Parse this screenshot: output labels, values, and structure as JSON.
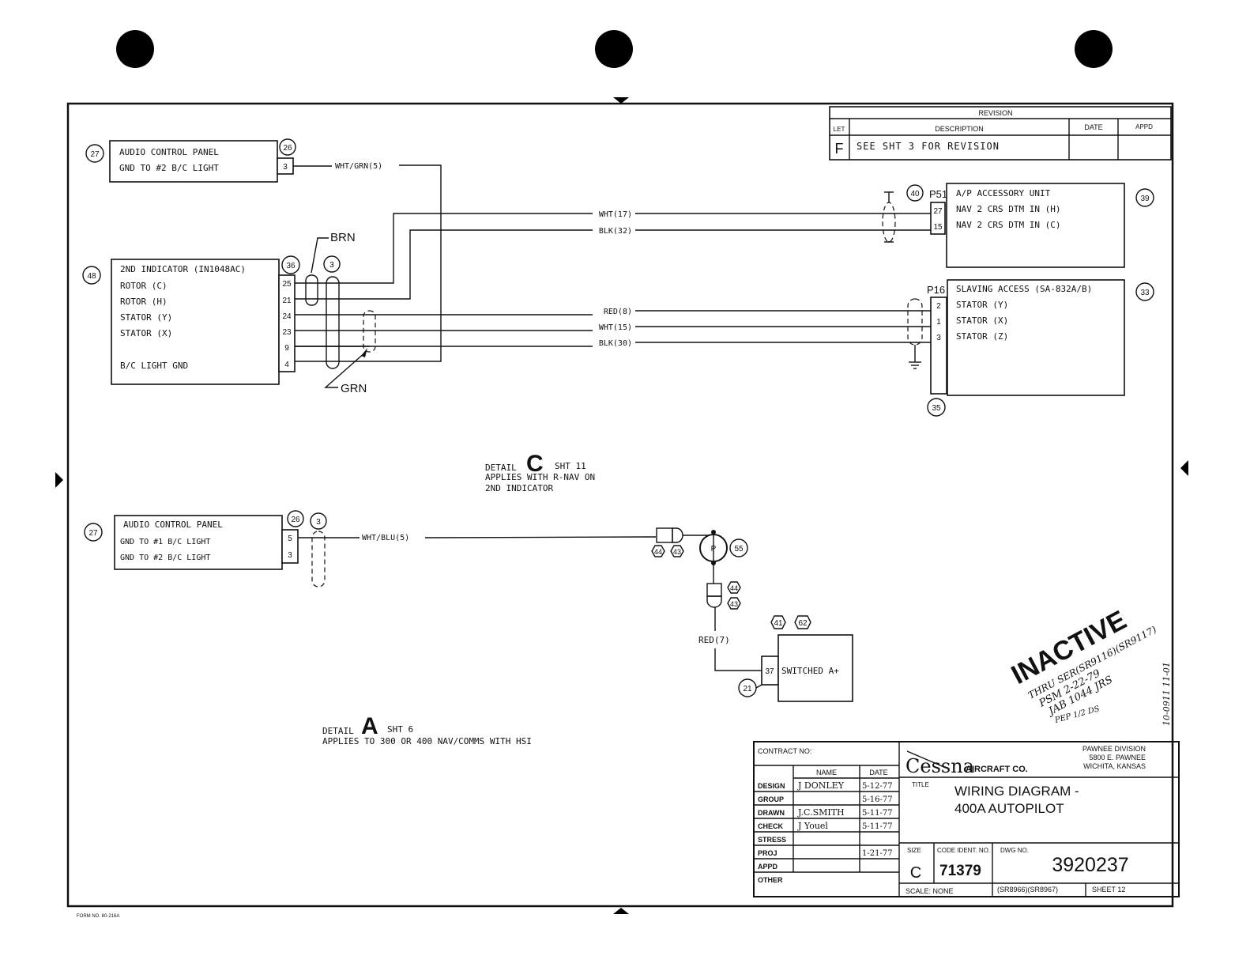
{
  "revision": {
    "header": "REVISION",
    "col_let": "LET",
    "col_description": "DESCRIPTION",
    "col_date": "DATE",
    "col_appd": "APPD",
    "row_let": "F",
    "row_description": "SEE SHT 3 FOR REVISION"
  },
  "upper": {
    "acp": {
      "ref": "27",
      "line1": "AUDIO CONTROL PANEL",
      "line2": "GND TO #2 B/C LIGHT",
      "conn": "26",
      "pin": "3",
      "wire": "WHT/GRN(5)"
    },
    "indicator": {
      "ref": "48",
      "conn": "36",
      "shield": "3",
      "title": "2ND INDICATOR (IN1048AC)",
      "rows": [
        "ROTOR (C)",
        "ROTOR (H)",
        "STATOR (Y)",
        "STATOR (X)",
        "B/C LIGHT GND"
      ],
      "pins": [
        "25",
        "21",
        "24",
        "23",
        "9",
        "4"
      ],
      "brn": "BRN",
      "grn": "GRN"
    },
    "apu": {
      "conn_ref": "40",
      "conn": "P51",
      "ref": "39",
      "title": "A/P ACCESSORY UNIT",
      "rows": [
        "NAV 2 CRS DTM IN (H)",
        "NAV 2 CRS DTM IN (C)"
      ],
      "pins": [
        "27",
        "15"
      ],
      "wires": [
        "WHT(17)",
        "BLK(32)"
      ]
    },
    "slaving": {
      "conn": "P16",
      "ref": "33",
      "lower_ref": "35",
      "title": "SLAVING ACCESS (SA-832A/B)",
      "rows": [
        "STATOR (Y)",
        "STATOR (X)",
        "STATOR (Z)"
      ],
      "pins": [
        "2",
        "1",
        "3"
      ],
      "wires": [
        "RED(8)",
        "WHT(15)",
        "BLK(30)"
      ]
    }
  },
  "detail_c": {
    "word": "DETAIL",
    "letter": "C",
    "sht": "SHT 11",
    "line2": "APPLIES WITH R-NAV ON",
    "line3": "2ND INDICATOR"
  },
  "lower": {
    "acp": {
      "ref": "27",
      "line1": "AUDIO CONTROL PANEL",
      "line2": "GND TO #1 B/C LIGHT",
      "line3": "GND TO #2 B/C LIGHT",
      "pins": [
        "5",
        "3"
      ],
      "conn": "26",
      "shield": "3",
      "wire": "WHT/BLU(5)"
    },
    "conn_pair_a": [
      "44",
      "43"
    ],
    "lamp_ref": "55",
    "conn_pair_b": [
      "44",
      "43"
    ],
    "red_wire": "RED(7)",
    "switched": {
      "refs": [
        "41",
        "62"
      ],
      "pin": "37",
      "label": "SWITCHED A+",
      "ref": "21"
    }
  },
  "detail_a": {
    "word": "DETAIL",
    "letter": "A",
    "sht": "SHT 6",
    "line2": "APPLIES TO 300 OR 400 NAV/COMMS WITH HSI"
  },
  "stamp": {
    "word": "INACTIVE",
    "hand1": "THRU SER(SR9116)(SR9117)",
    "hand2": "PSM 2-22-79",
    "hand3": "JAB 1044 JRS",
    "hand4": "PEP 1/2 DS",
    "side": "10-0911 11-01"
  },
  "title_block": {
    "contract": "CONTRACT NO:",
    "col_name": "NAME",
    "col_date": "DATE",
    "rows": [
      {
        "label": "DESIGN",
        "name": "J DONLEY",
        "date": "5-12-77"
      },
      {
        "label": "GROUP",
        "name": "",
        "date": "5-16-77"
      },
      {
        "label": "DRAWN",
        "name": "J.C.SMITH",
        "date": "5-11-77"
      },
      {
        "label": "CHECK",
        "name": "J Youel",
        "date": "5-11-77"
      },
      {
        "label": "STRESS",
        "name": "",
        "date": ""
      },
      {
        "label": "PROJ",
        "name": "",
        "date": "1-21-77"
      },
      {
        "label": "APPD",
        "name": "",
        "date": ""
      },
      {
        "label": "OTHER",
        "name": "",
        "date": ""
      }
    ],
    "company": "Cessna",
    "company_suffix": "AIRCRAFT CO.",
    "division": [
      "PAWNEE DIVISION",
      "5800 E. PAWNEE",
      "WICHITA, KANSAS"
    ],
    "title_label": "TITLE",
    "title1": "WIRING DIAGRAM -",
    "title2": "400A AUTOPILOT",
    "size_label": "SIZE",
    "size": "C",
    "code_label": "CODE IDENT. NO.",
    "code": "71379",
    "dwg_label": "DWG NO.",
    "dwg": "3920237",
    "scale": "SCALE: NONE",
    "serials": "(SR8966)(SR8967)",
    "sheet": "SHEET 12"
  },
  "form_no": "FORM NO. 80-216A"
}
